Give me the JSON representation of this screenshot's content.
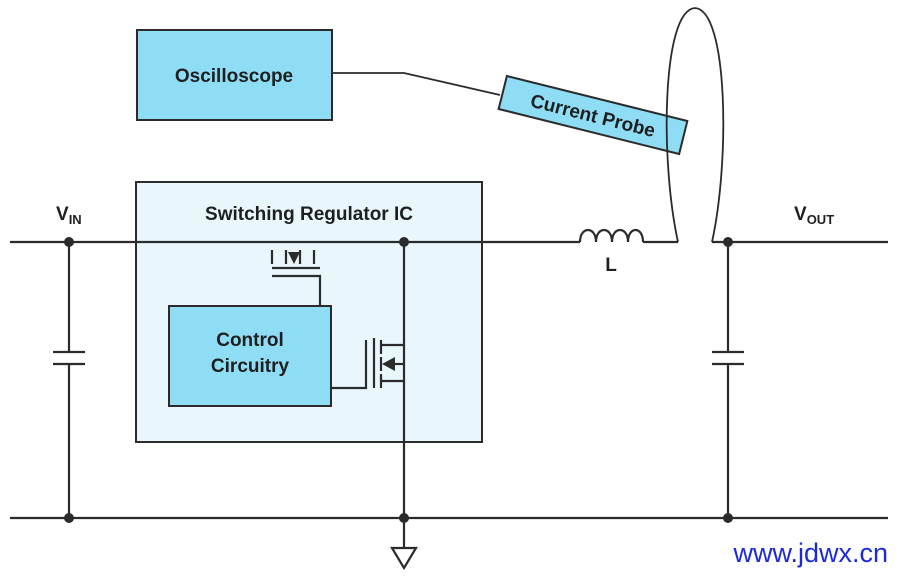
{
  "labels": {
    "oscilloscope": "Oscilloscope",
    "current_probe": "Current Probe",
    "regulator_ic": "Switching Regulator IC",
    "control_line1": "Control",
    "control_line2": "Circuitry",
    "inductor": "L",
    "vin_main": "V",
    "vin_sub": "IN",
    "vout_main": "V",
    "vout_sub": "OUT"
  },
  "watermark": "www.jdwx.cn",
  "colors": {
    "block_fill": "#8fdcf5",
    "ic_fill": "#e9f7fd",
    "wire": "#2b2b2b",
    "watermark": "#1a2ad8"
  }
}
